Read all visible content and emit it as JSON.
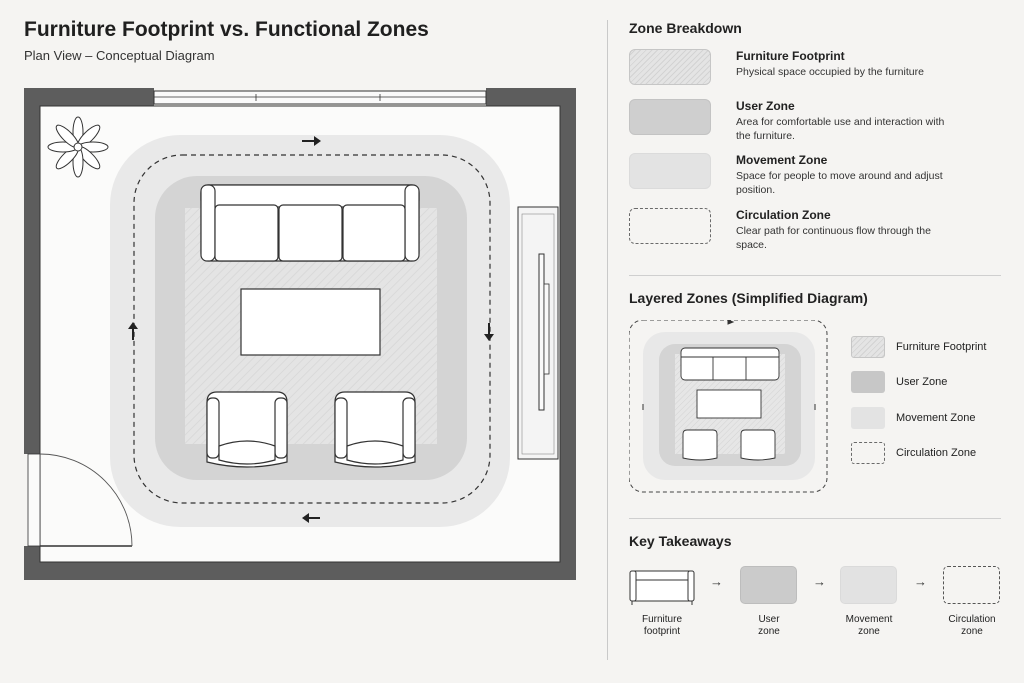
{
  "header": {
    "title": "Furniture Footprint vs. Functional Zones",
    "subtitle": "Plan View – Conceptual Diagram"
  },
  "zone_breakdown": {
    "title": "Zone Breakdown",
    "items": [
      {
        "name": "Furniture Footprint",
        "desc": "Physical space occupied by the furniture"
      },
      {
        "name": "User Zone",
        "desc": "Area for comfortable use and interaction with the furniture."
      },
      {
        "name": "Movement Zone",
        "desc": "Space for people to move around and adjust position."
      },
      {
        "name": "Circulation Zone",
        "desc": "Clear path for continuous flow through the space."
      }
    ]
  },
  "layered": {
    "title": "Layered Zones (Simplified Diagram)",
    "legend": [
      "Furniture Footprint",
      "User Zone",
      "Movement Zone",
      "Circulation Zone"
    ]
  },
  "takeaways": {
    "title": "Key Takeaways",
    "items": [
      {
        "line1": "Furniture",
        "line2": "footprint"
      },
      {
        "line1": "User",
        "line2": "zone"
      },
      {
        "line1": "Movement",
        "line2": "zone"
      },
      {
        "line1": "Circulation",
        "line2": "zone"
      }
    ],
    "arrow": "→"
  },
  "colors": {
    "wall": "#5a5a5a",
    "movement_zone": "#e8e8e8",
    "user_zone": "#d4d4d4",
    "footprint": "#e2e2e2",
    "background": "#f5f4f2"
  },
  "icons": [
    "plant-icon",
    "sofa-icon",
    "armchair-icon",
    "coffee-table-icon",
    "door-icon",
    "window-icon",
    "tv-console-icon",
    "arrow-icon"
  ]
}
